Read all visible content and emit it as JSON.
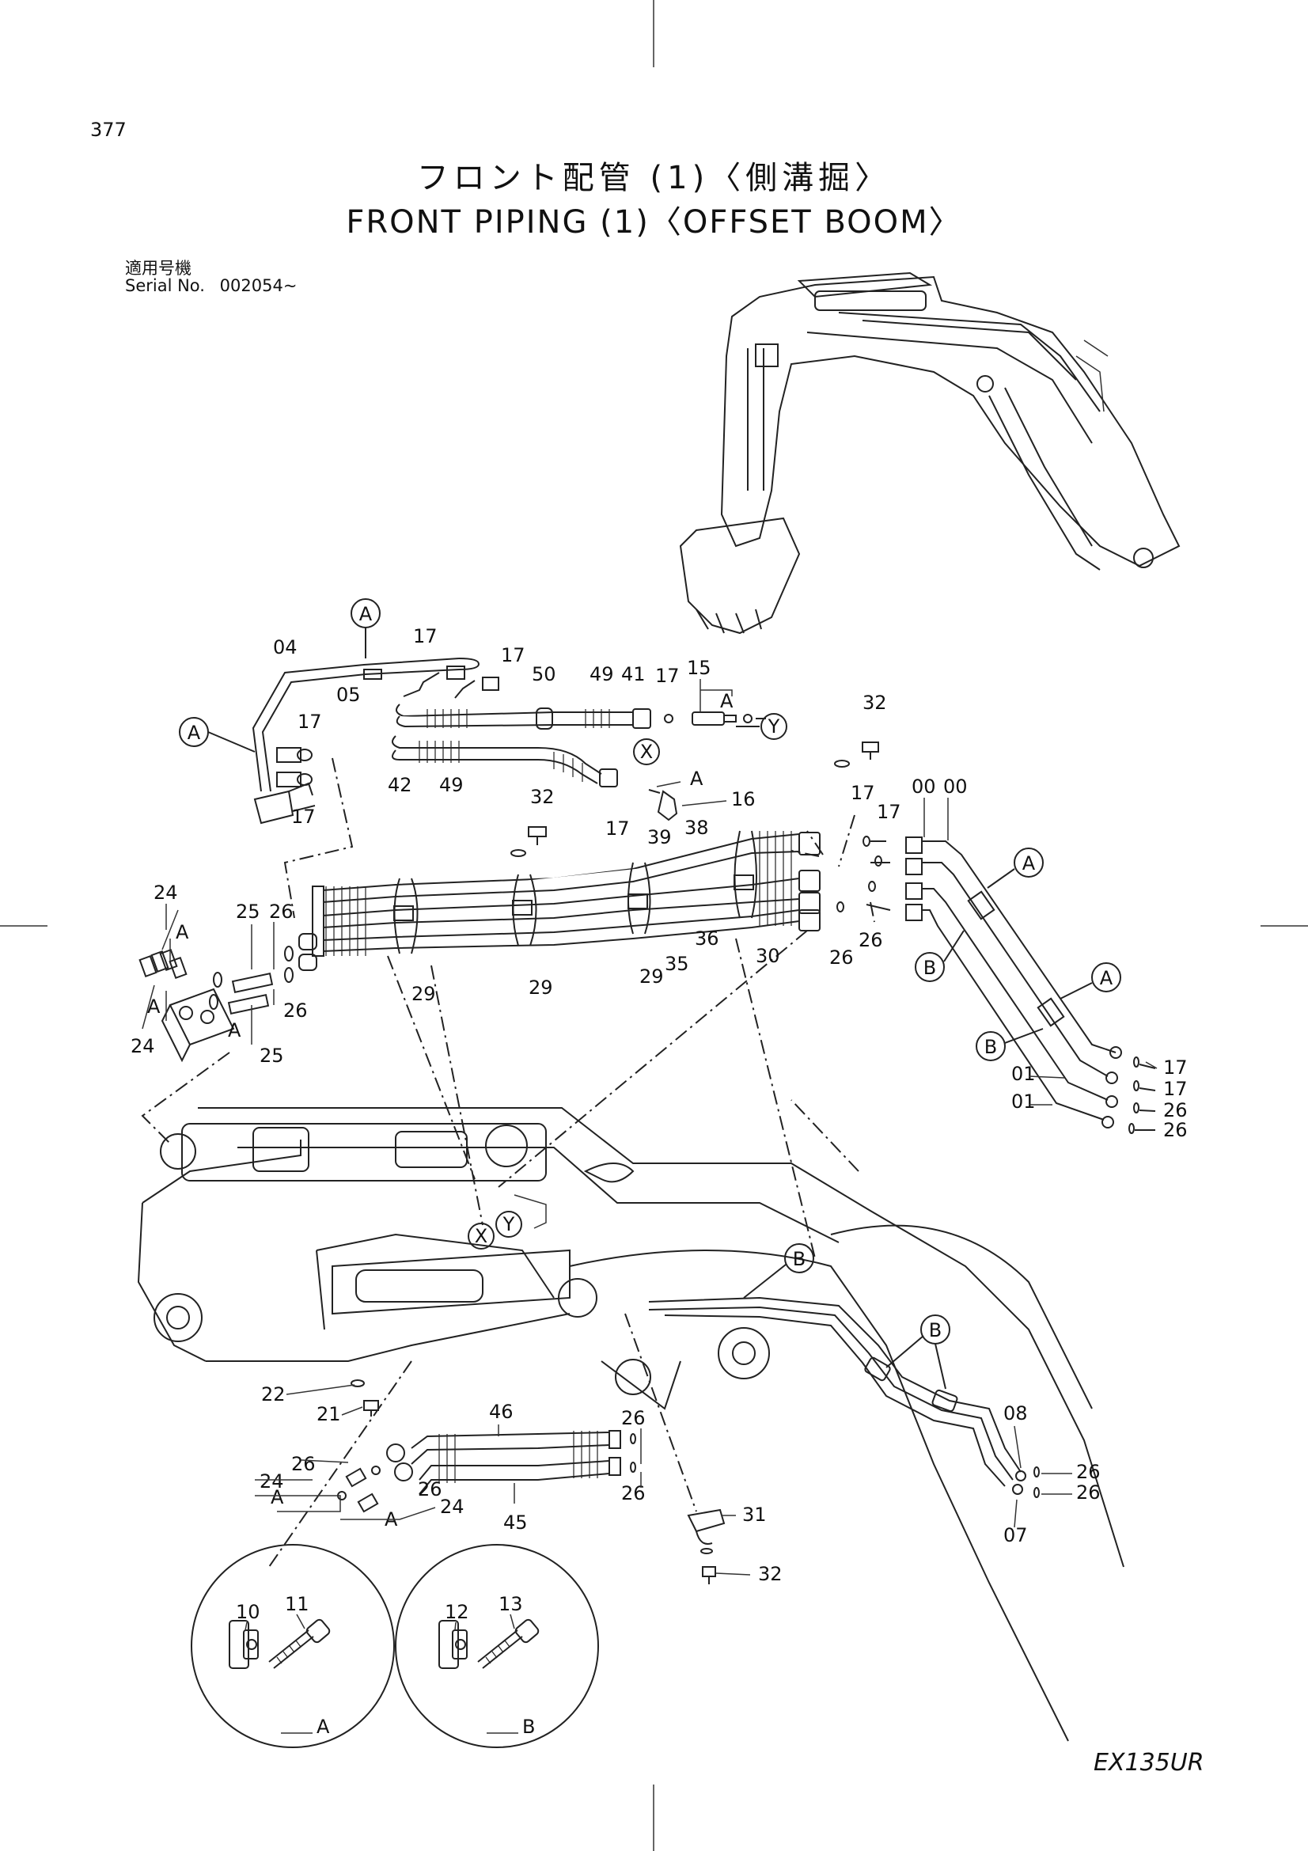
{
  "header": {
    "page_number": "377",
    "title_jp": "フロント配管 (1)〈側溝掘〉",
    "title_en": "FRONT PIPING (1)〈OFFSET BOOM〉"
  },
  "serial": {
    "label_jp": "適用号機",
    "label_en": "Serial No.",
    "value": "002054~"
  },
  "footer": {
    "model": "EX135UR"
  },
  "callouts": {
    "A": "A",
    "B": "B",
    "X": "X",
    "Y": "Y"
  },
  "parts": {
    "p00": "00",
    "p01": "01",
    "p04": "04",
    "p05": "05",
    "p07": "07",
    "p08": "08",
    "p10": "10",
    "p11": "11",
    "p12": "12",
    "p13": "13",
    "p15": "15",
    "p16": "16",
    "p17": "17",
    "p21": "21",
    "p22": "22",
    "p24": "24",
    "p25": "25",
    "p26": "26",
    "p29": "29",
    "p30": "30",
    "p31": "31",
    "p32": "32",
    "p35": "35",
    "p36": "36",
    "p38": "38",
    "p39": "39",
    "p41": "41",
    "p42": "42",
    "p45": "45",
    "p46": "46",
    "p49": "49",
    "p50": "50"
  },
  "detail_views": [
    {
      "view": "A",
      "parts": [
        "10",
        "11"
      ]
    },
    {
      "view": "B",
      "parts": [
        "12",
        "13"
      ]
    }
  ]
}
